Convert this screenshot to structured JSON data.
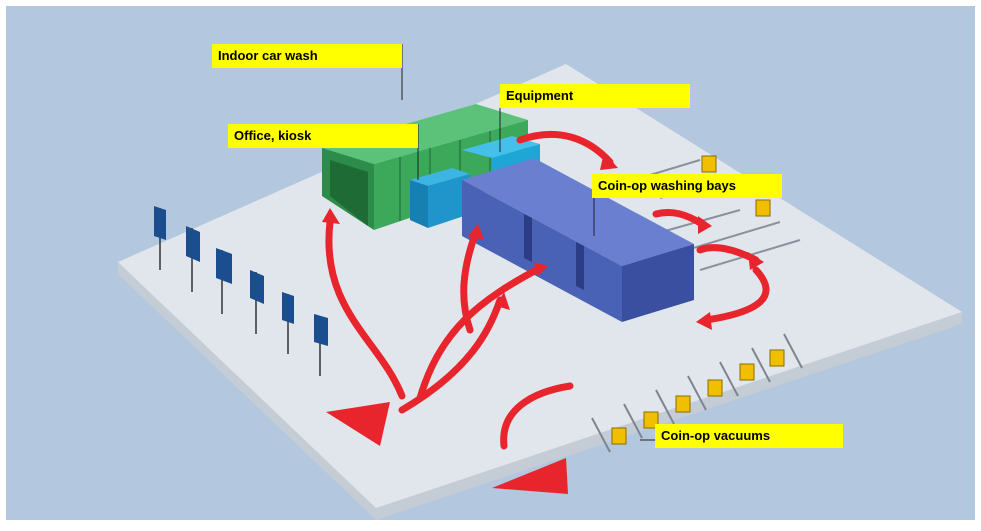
{
  "labels": {
    "indoor_car_wash": "Indoor car wash",
    "equipment": "Equipment",
    "office_kiosk": "Office, kiosk",
    "coin_op_washing_bays": "Coin-op washing bays",
    "coin_op_vacuums": "Coin-op vacuums"
  },
  "colors": {
    "background": "#b3c7de",
    "lot": "#dfe4ea",
    "lot_edge": "#c4ccd6",
    "indoor_wash": "#3ba85a",
    "equipment": "#1ea6d6",
    "office": "#1f95cc",
    "washing_bays": "#4a62b5",
    "arrows": "#e8252c",
    "vacuum_units": "#f0c000",
    "signs": "#1a4e8f",
    "label_bg": "#ffff00"
  }
}
